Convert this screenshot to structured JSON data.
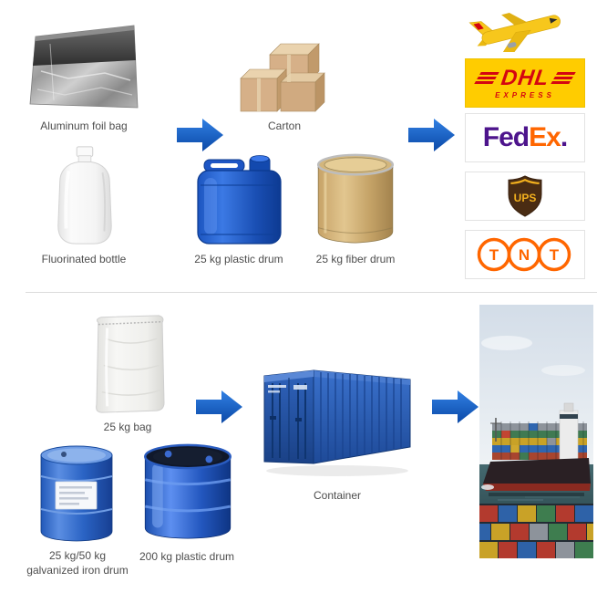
{
  "top": {
    "foil_bag": {
      "label": "Aluminum foil bag"
    },
    "carton": {
      "label": "Carton"
    },
    "bottle": {
      "label": "Fluorinated bottle"
    },
    "plastic_drum": {
      "label": "25 kg plastic drum"
    },
    "fiber_drum": {
      "label": "25 kg fiber drum"
    }
  },
  "couriers": {
    "dhl": {
      "wordmark": "DHL",
      "tagline": "EXPRESS"
    },
    "fedex": {
      "part1": "Fed",
      "part2": "Ex",
      "suffix": "."
    },
    "ups": {
      "wordmark": "UPS"
    },
    "tnt": {
      "letters": [
        "T",
        "N",
        "T"
      ]
    }
  },
  "bottom": {
    "bag": {
      "label": "25 kg bag"
    },
    "container": {
      "label": "Container"
    },
    "iron_drum": {
      "label_line1": "25 kg/50 kg",
      "label_line2": "galvanized iron drum"
    },
    "plastic_drum_200": {
      "label": "200 kg plastic drum"
    }
  },
  "colors": {
    "arrow_blue": "#1463c8",
    "dhl_yellow": "#ffcc00",
    "dhl_red": "#d40511",
    "fedex_purple": "#4d148c",
    "fedex_orange": "#ff6600",
    "ups_brown": "#4a2c13",
    "ups_gold": "#f2b01e",
    "tnt_orange": "#ff6600",
    "packaging_blue": "#1f5ac4",
    "container_blue": "#2a5cb4",
    "carton_tan": "#d6b088"
  }
}
